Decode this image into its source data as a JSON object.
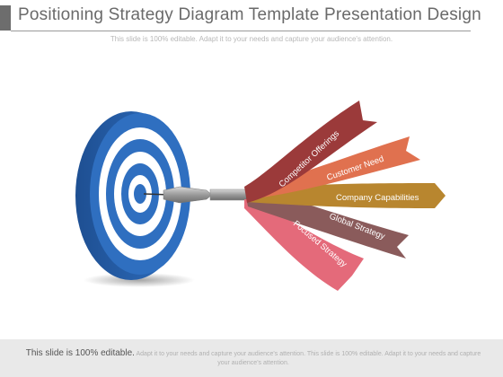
{
  "header": {
    "title": "Positioning Strategy Diagram Template Presentation Design",
    "subtitle": "This slide is 100% editable. Adapt it to your needs and capture your audience's attention."
  },
  "diagram": {
    "labels": [
      {
        "text": "Competitor Offerings",
        "color": "#9b3a3a"
      },
      {
        "text": "Customer Need",
        "color": "#e0714f"
      },
      {
        "text": "Company Capabilities",
        "color": "#b8862f"
      },
      {
        "text": "Global Strategy",
        "color": "#8a5b5b"
      },
      {
        "text": "Focused Strategy",
        "color": "#e46a7a"
      }
    ],
    "target_colors": {
      "blue": "#2f6fc0",
      "white": "#ffffff"
    }
  },
  "footer": {
    "lead": "This slide is 100% editable.",
    "rest": "Adapt it to your needs and capture your audience's attention. This slide is 100% editable. Adapt it to your needs and capture your audience's attention."
  }
}
